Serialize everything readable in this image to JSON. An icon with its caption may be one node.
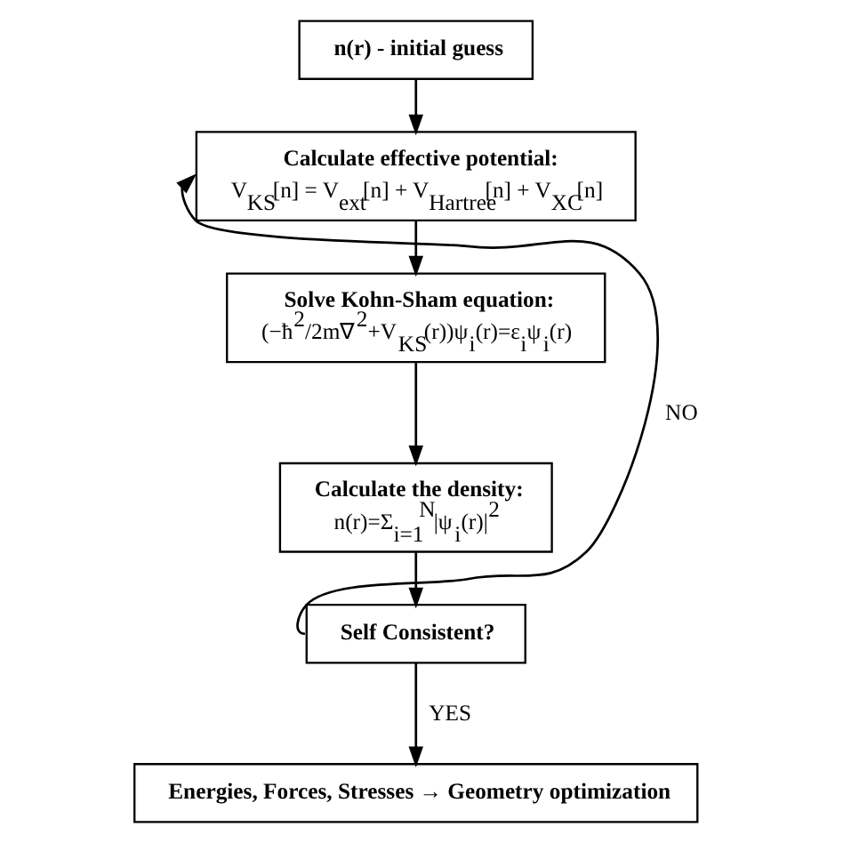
{
  "diagram": {
    "nodes": [
      {
        "text": [
          "n(r) - initial guess"
        ]
      },
      {
        "text": [
          "Calculate effective potential:",
          "V$_{KS}$[n] = V$_{ext}$[n] + V$_{Hartree}$[n] + V$_{XC}$[n]"
        ]
      },
      {
        "text": [
          "Solve Kohn-Sham equation:",
          "(−ħ$^{2}$/2m∇$^{2}$+V$_{KS}$(r))ψ$_{i}$(r)=ε$_{i}$ψ$_{i}$(r)"
        ]
      },
      {
        "text": [
          "Calculate the density:",
          "n(r)=Σ$_{i=1}$$^{N}$|ψ$_{i}$(r)|$^{2}$"
        ]
      },
      {
        "text": [
          "Self Consistent?"
        ]
      },
      {
        "text": [
          "Energies, Forces, Stresses → Geometry optimization"
        ]
      }
    ],
    "edges": [
      {
        "from": 0,
        "to": 1,
        "arrow": "to"
      },
      {
        "from": 1,
        "to": 2,
        "arrow": "to"
      },
      {
        "from": 2,
        "to": 3,
        "arrow": "to"
      },
      {
        "from": 3,
        "to": 4,
        "arrow": "to"
      },
      {
        "from": 4,
        "to": 5,
        "arrow": "to",
        "label": "YES"
      },
      {
        "from": 4,
        "to": 1,
        "arrow": "to",
        "label": "NO"
      }
    ]
  }
}
